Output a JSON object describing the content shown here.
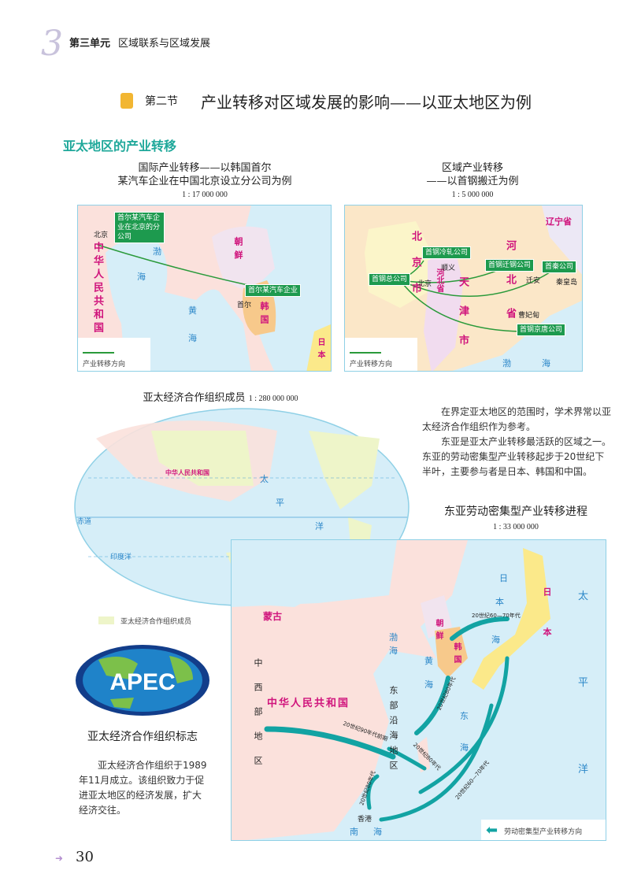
{
  "header": {
    "unit_number": "3",
    "unit": "第三单元",
    "unit_title": "区域联系与区域发展"
  },
  "section": {
    "number": "第二节",
    "title": "产业转移对区域发展的影响——以亚太地区为例"
  },
  "topic": "亚太地区的产业转移",
  "map1": {
    "title_line1": "国际产业转移——以韩国首尔",
    "title_line2": "某汽车企业在中国北京设立分公司为例",
    "scale": "1 : 17 000 000",
    "labels": [
      "北京",
      "中华人民共和国",
      "渤",
      "海",
      "黄",
      "海",
      "朝鲜",
      "韩国",
      "首尔",
      "日本"
    ],
    "boxes": [
      "首尔某汽车企业在北京的分公司",
      "首尔某汽车企业"
    ],
    "legend": "产业转移方向"
  },
  "map2": {
    "title_line1": "区域产业转移",
    "title_line2": "——以首钢搬迁为例",
    "scale": "1 : 5 000 000",
    "labels": [
      "北京市",
      "河北省",
      "天津市",
      "河北省",
      "辽宁省",
      "顺义",
      "北京",
      "迁安",
      "秦皇岛",
      "曹妃甸",
      "渤",
      "海"
    ],
    "boxes": [
      "首钢冷轧公司",
      "首钢总公司",
      "首钢迁钢公司",
      "首秦公司",
      "首钢京唐公司"
    ],
    "legend": "产业转移方向"
  },
  "map3": {
    "title": "亚太经济合作组织成员",
    "scale": "1 : 280 000 000",
    "legend": "亚太经济合作组织成员",
    "labels": [
      "中华人民共和国",
      "赤道",
      "太",
      "平",
      "洋",
      "印度洋"
    ]
  },
  "text1": [
    "在界定亚太地区的范围时，学术界常以亚太经济合作组织作为参考。",
    "东亚是亚太产业转移最活跃的区域之一。东亚的劳动密集型产业转移起步于20世纪下半叶，主要参与者是日本、韩国和中国。"
  ],
  "map4": {
    "title": "东亚劳动密集型产业转移进程",
    "scale": "1 : 33 000 000",
    "labels": [
      "蒙古",
      "中西部地区",
      "中华人民共和国",
      "东部沿海地区",
      "朝鲜",
      "韩国",
      "日本",
      "渤",
      "海",
      "黄",
      "海",
      "东",
      "海",
      "日",
      "本",
      "海",
      "太",
      "平",
      "洋",
      "南",
      "海",
      "香港"
    ],
    "arrows": [
      "20世纪60—70年代",
      "20世纪80年代",
      "20世纪90年代前期",
      "20世纪80年代",
      "20世纪80年代",
      "20世纪60—70年代"
    ],
    "legend": "劳动密集型产业转移方向"
  },
  "apec": {
    "logo_text": "APEC",
    "caption": "亚太经济合作组织标志",
    "text": "亚太经济合作组织于1989年11月成立。该组织致力于促进亚太地区的经济发展，扩大经济交往。"
  },
  "page_number": "30",
  "colors": {
    "teal": "#1fa89a",
    "land_china": "#fbe1dc",
    "sea": "#d6eef8",
    "korea": "#f7c98b",
    "japan": "#fbe98a",
    "arrow": "#12a3a3",
    "box": "#1d9a4e"
  }
}
